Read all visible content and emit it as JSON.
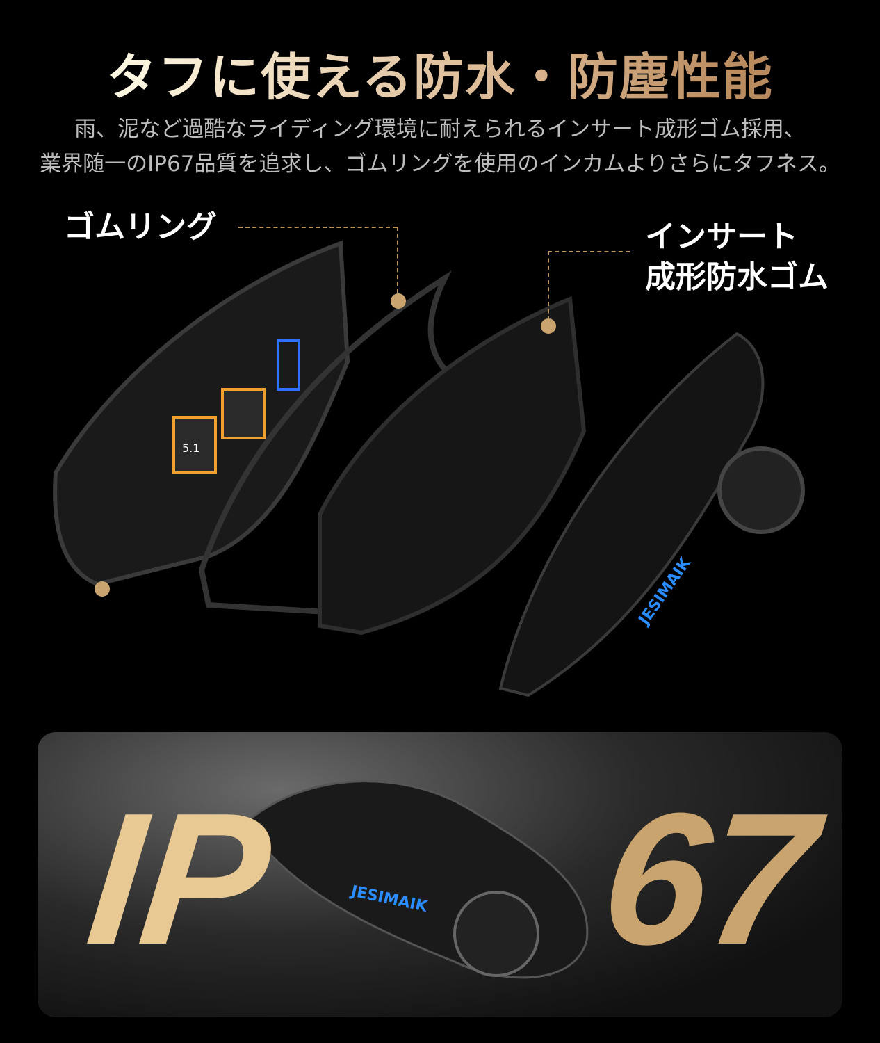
{
  "header": {
    "title": "タフに使える防水・防塵性能",
    "description": [
      "雨、泥など過酷なライディング環境に耐えられるインサート成形ゴム採用、",
      "業界随一のIP67品質を追求し、ゴムリングを使用のインカムよりさらにタフネス。"
    ]
  },
  "callouts": {
    "rubber_ring": "ゴムリング",
    "insert_molded": [
      "インサート",
      "成形防水ゴム"
    ]
  },
  "product": {
    "brand_logo": "JESIMAIK",
    "chip_label": "5.1"
  },
  "rating": {
    "left": "IP",
    "right": "67"
  },
  "colors": {
    "accent_gold": "#c9a46e",
    "background": "#000000",
    "brand_blue": "#2a8cff"
  }
}
